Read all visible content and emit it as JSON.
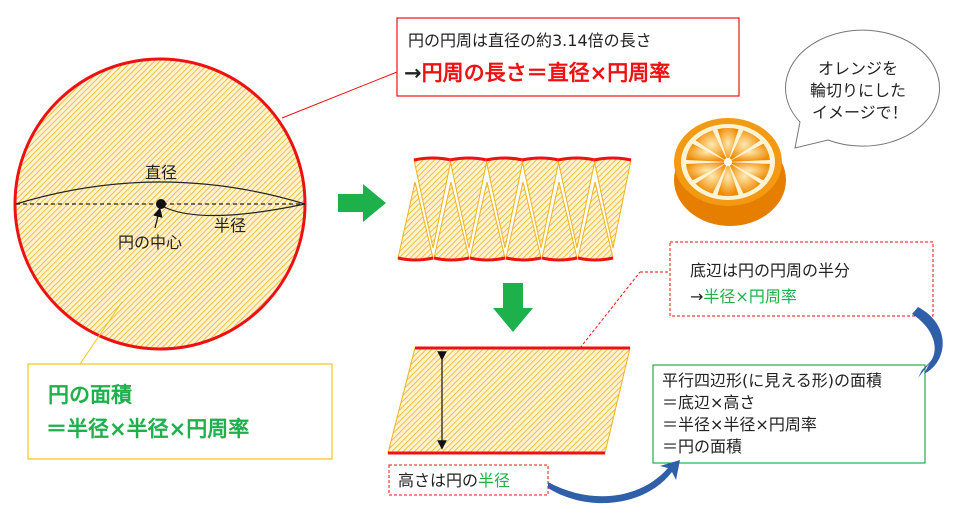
{
  "colors": {
    "red": "#ee1111",
    "green": "#1db04b",
    "yellow": "#f5c518",
    "blue": "#2f5fa8",
    "hatch": "#f2b21c"
  },
  "circle": {
    "diameter": "直径",
    "radius": "半径",
    "center": "円の中心"
  },
  "circumference_box": {
    "line1": "円の円周は直径の約3.14倍の長さ",
    "line2_arrow": "→",
    "line2": "円周の長さ＝直径×円周率"
  },
  "area_box": {
    "line1": "円の面積",
    "line2": "＝半径×半径×円周率"
  },
  "bubble": {
    "line1": "オレンジを",
    "line2": "輪切りにした",
    "line3": "イメージで！"
  },
  "base_box": {
    "line1": "底辺は円の円周の半分",
    "line2_arrow": "→",
    "line2": "半径×円周率"
  },
  "parallelogram_box": {
    "line1": "平行四辺形(に見える形)の面積",
    "line2": "＝底辺×高さ",
    "line3": "＝半径×半径×円周率",
    "line4": "＝円の面積"
  },
  "height_box": {
    "label": "高さは円の",
    "highlight": "半径"
  }
}
